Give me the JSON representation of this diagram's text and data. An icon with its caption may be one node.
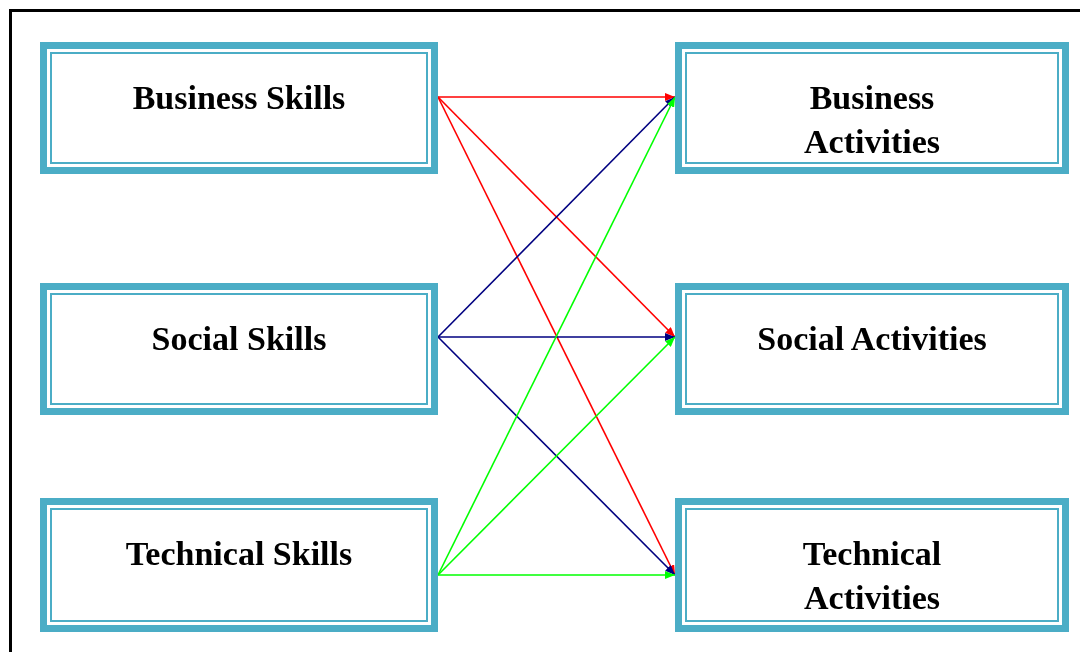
{
  "diagram": {
    "nodes": [
      {
        "text": [
          "Business Skills"
        ]
      },
      {
        "text": [
          "Social Skills"
        ]
      },
      {
        "text": [
          "Technical Skills"
        ]
      },
      {
        "text": [
          "Business Activities"
        ]
      },
      {
        "text": [
          "Social Activities"
        ]
      },
      {
        "text": [
          "Technical Activities"
        ]
      }
    ],
    "edges": [
      {
        "from": 0,
        "to": 3,
        "arrow": "to",
        "color": "#ff0000"
      },
      {
        "from": 0,
        "to": 4,
        "arrow": "to",
        "color": "#ff0000"
      },
      {
        "from": 0,
        "to": 5,
        "arrow": "to",
        "color": "#ff0000"
      },
      {
        "from": 1,
        "to": 3,
        "arrow": "to",
        "color": "#000080"
      },
      {
        "from": 1,
        "to": 4,
        "arrow": "to",
        "color": "#000080"
      },
      {
        "from": 1,
        "to": 5,
        "arrow": "to",
        "color": "#000080"
      },
      {
        "from": 2,
        "to": 3,
        "arrow": "to",
        "color": "#00ff00"
      },
      {
        "from": 2,
        "to": 4,
        "arrow": "to",
        "color": "#00ff00"
      },
      {
        "from": 2,
        "to": 5,
        "arrow": "to",
        "color": "#00ff00"
      }
    ]
  }
}
